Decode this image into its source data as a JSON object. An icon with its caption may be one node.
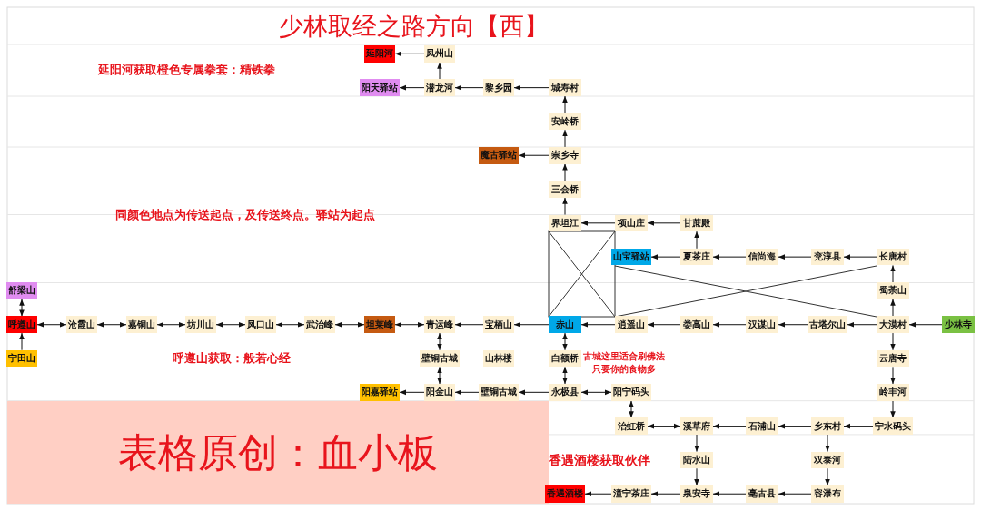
{
  "diagram": {
    "title": "少林取经之路方向【西】",
    "nodes": [
      {
        "text": [
          "延阳河"
        ]
      },
      {
        "text": [
          "凤州山"
        ]
      },
      {
        "text": [
          "阳天驿站"
        ]
      },
      {
        "text": [
          "潜龙河"
        ]
      },
      {
        "text": [
          "黎乡园"
        ]
      },
      {
        "text": [
          "城寿村"
        ]
      },
      {
        "text": [
          "安岭桥"
        ]
      },
      {
        "text": [
          "魔古驿站"
        ]
      },
      {
        "text": [
          "崇乡寺"
        ]
      },
      {
        "text": [
          "三会桥"
        ]
      },
      {
        "text": [
          "界坦江"
        ]
      },
      {
        "text": [
          "项山庄"
        ]
      },
      {
        "text": [
          "甘蔗殿"
        ]
      },
      {
        "text": [
          "山宝驿站"
        ]
      },
      {
        "text": [
          "夏茶庄"
        ]
      },
      {
        "text": [
          "信尚海"
        ]
      },
      {
        "text": [
          "兖淳县"
        ]
      },
      {
        "text": [
          "长唐村"
        ]
      },
      {
        "text": [
          "舒梁山"
        ]
      },
      {
        "text": [
          "蜀荼山"
        ]
      },
      {
        "text": [
          "呼遵山"
        ]
      },
      {
        "text": [
          "沧霞山"
        ]
      },
      {
        "text": [
          "嘉铜山"
        ]
      },
      {
        "text": [
          "坊川山"
        ]
      },
      {
        "text": [
          "凤口山"
        ]
      },
      {
        "text": [
          "武治峰"
        ]
      },
      {
        "text": [
          "坦莱峰"
        ]
      },
      {
        "text": [
          "青运峰"
        ]
      },
      {
        "text": [
          "宝栖山"
        ]
      },
      {
        "text": [
          "赤山"
        ]
      },
      {
        "text": [
          "逍遥山"
        ]
      },
      {
        "text": [
          "娄高山"
        ]
      },
      {
        "text": [
          "汉谋山"
        ]
      },
      {
        "text": [
          "古塔尔山"
        ]
      },
      {
        "text": [
          "大漠村"
        ]
      },
      {
        "text": [
          "少林寺"
        ]
      },
      {
        "text": [
          "宁田山"
        ]
      },
      {
        "text": [
          "壁铜古城"
        ]
      },
      {
        "text": [
          "山林楼"
        ]
      },
      {
        "text": [
          "白额桥"
        ]
      },
      {
        "text": [
          "云唐寺"
        ]
      },
      {
        "text": [
          "阳嘉驿站"
        ]
      },
      {
        "text": [
          "阳金山"
        ]
      },
      {
        "text": [
          "壁铜古城"
        ]
      },
      {
        "text": [
          "永极县"
        ]
      },
      {
        "text": [
          "阳宁码头"
        ]
      },
      {
        "text": [
          "岭丰河"
        ]
      },
      {
        "text": [
          "治虹桥"
        ]
      },
      {
        "text": [
          "溪草府"
        ]
      },
      {
        "text": [
          "石浦山"
        ]
      },
      {
        "text": [
          "乡东村"
        ]
      },
      {
        "text": [
          "宁水码头"
        ]
      },
      {
        "text": [
          "陆水山"
        ]
      },
      {
        "text": [
          "双泰河"
        ]
      },
      {
        "text": [
          "香遇酒楼"
        ]
      },
      {
        "text": [
          "潼宁茶庄"
        ]
      },
      {
        "text": [
          "泉安寺"
        ]
      },
      {
        "text": [
          "毫古县"
        ]
      },
      {
        "text": [
          "容瀑布"
        ]
      }
    ],
    "edges": [
      {
        "from": 1,
        "to": 0,
        "arrow": "to"
      },
      {
        "from": 3,
        "to": 1,
        "arrow": "to"
      },
      {
        "from": 3,
        "to": 2,
        "arrow": "to"
      },
      {
        "from": 4,
        "to": 3,
        "arrow": "to"
      },
      {
        "from": 5,
        "to": 4,
        "arrow": "to"
      },
      {
        "from": 6,
        "to": 5,
        "arrow": "to"
      },
      {
        "from": 8,
        "to": 6,
        "arrow": "to"
      },
      {
        "from": 8,
        "to": 7,
        "arrow": "to"
      },
      {
        "from": 9,
        "to": 8,
        "arrow": "to"
      },
      {
        "from": 10,
        "to": 9,
        "arrow": "to"
      },
      {
        "from": 11,
        "to": 10,
        "arrow": "to"
      },
      {
        "from": 12,
        "to": 11,
        "arrow": "to"
      },
      {
        "from": 14,
        "to": 12,
        "arrow": "to"
      },
      {
        "from": 14,
        "to": 13,
        "arrow": "to"
      },
      {
        "from": 15,
        "to": 14,
        "arrow": "to"
      },
      {
        "from": 16,
        "to": 15,
        "arrow": "to"
      },
      {
        "from": 17,
        "to": 16,
        "arrow": "to"
      },
      {
        "from": 19,
        "to": 17,
        "arrow": "to"
      },
      {
        "from": 34,
        "to": 19,
        "arrow": "to"
      },
      {
        "from": 18,
        "to": 20,
        "arrow": "both"
      },
      {
        "from": 20,
        "to": 21,
        "arrow": "both"
      },
      {
        "from": 21,
        "to": 22,
        "arrow": "both"
      },
      {
        "from": 22,
        "to": 23,
        "arrow": "both"
      },
      {
        "from": 23,
        "to": 24,
        "arrow": "both"
      },
      {
        "from": 24,
        "to": 25,
        "arrow": "both"
      },
      {
        "from": 25,
        "to": 26,
        "arrow": "both"
      },
      {
        "from": 26,
        "to": 27,
        "arrow": "both"
      },
      {
        "from": 28,
        "to": 27,
        "arrow": "to"
      },
      {
        "from": 29,
        "to": 28,
        "arrow": "to"
      },
      {
        "from": 30,
        "to": 29,
        "arrow": "to"
      },
      {
        "from": 31,
        "to": 30,
        "arrow": "to"
      },
      {
        "from": 32,
        "to": 31,
        "arrow": "to"
      },
      {
        "from": 33,
        "to": 32,
        "arrow": "to"
      },
      {
        "from": 34,
        "to": 33,
        "arrow": "to"
      },
      {
        "from": 35,
        "to": 34,
        "arrow": "to"
      },
      {
        "from": 36,
        "to": 20,
        "arrow": "to"
      },
      {
        "from": 27,
        "to": 37,
        "arrow": "both"
      },
      {
        "from": 37,
        "to": 42,
        "arrow": "both"
      },
      {
        "from": 29,
        "to": 39,
        "arrow": "both"
      },
      {
        "from": 39,
        "to": 44,
        "arrow": "both"
      },
      {
        "from": 34,
        "to": 40,
        "arrow": "to"
      },
      {
        "from": 40,
        "to": 46,
        "arrow": "to"
      },
      {
        "from": 46,
        "to": 51,
        "arrow": "to"
      },
      {
        "from": 42,
        "to": 41,
        "arrow": "to"
      },
      {
        "from": 43,
        "to": 42,
        "arrow": "to"
      },
      {
        "from": 44,
        "to": 43,
        "arrow": "to"
      },
      {
        "from": 44,
        "to": 45,
        "arrow": "both"
      },
      {
        "from": 45,
        "to": 47,
        "arrow": "both"
      },
      {
        "from": 47,
        "to": 48,
        "arrow": "both"
      },
      {
        "from": 49,
        "to": 48,
        "arrow": "to"
      },
      {
        "from": 50,
        "to": 49,
        "arrow": "to"
      },
      {
        "from": 51,
        "to": 50,
        "arrow": "to"
      },
      {
        "from": 48,
        "to": 52,
        "arrow": "to"
      },
      {
        "from": 52,
        "to": 56,
        "arrow": "to"
      },
      {
        "from": 50,
        "to": 53,
        "arrow": "to"
      },
      {
        "from": 53,
        "to": 58,
        "arrow": "to"
      },
      {
        "from": 55,
        "to": 54,
        "arrow": "to"
      },
      {
        "from": 56,
        "to": 55,
        "arrow": "to"
      },
      {
        "from": 57,
        "to": 56,
        "arrow": "to"
      },
      {
        "from": 58,
        "to": 57,
        "arrow": "to"
      }
    ],
    "labels": [
      "延阳河获取橙色专属拳套：精铁拳",
      "同颜色地点为传送起点，及传送终点。驿站为起点",
      "呼遵山获取：般若心经",
      "古城这里适合刷佛法只要你的食物多",
      "香遇酒楼获取伙伴",
      "表格原创：血小板"
    ]
  }
}
